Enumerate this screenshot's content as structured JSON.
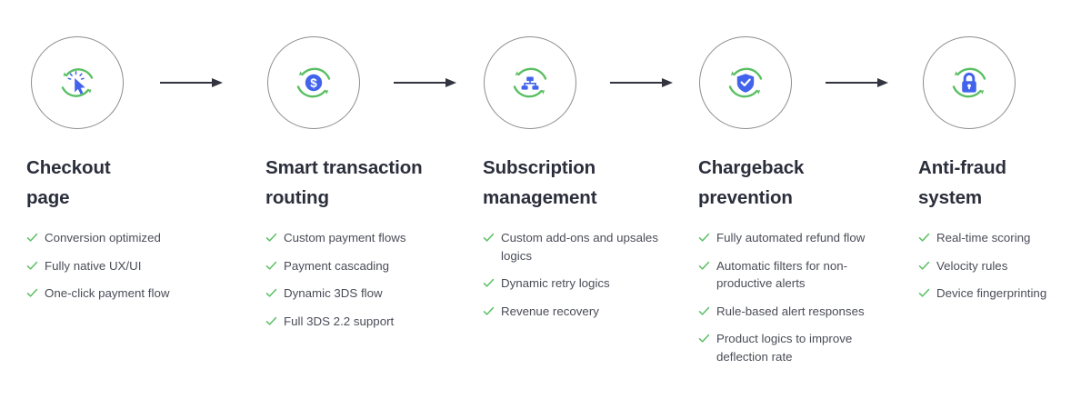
{
  "diagram": {
    "type": "horizontal-process-flow",
    "steps_count": 5,
    "colors": {
      "accent_green": "#5abf63",
      "accent_blue": "#3f62dd",
      "heading": "#2b2e3b",
      "body_text": "#4b4d58",
      "circle_border": "#8d8d93",
      "arrow": "#32343f",
      "background": "#ffffff"
    },
    "steps": [
      {
        "id": "checkout-page",
        "icon": "cursor-click-refresh-icon",
        "title": "Checkout\npage",
        "bullets": [
          "Conversion optimized",
          "Fully native UX/UI",
          "One-click payment flow"
        ]
      },
      {
        "id": "smart-transaction-routing",
        "icon": "dollar-coin-refresh-icon",
        "title": "Smart transaction\nrouting",
        "bullets": [
          "Custom payment flows",
          "Payment cascading",
          "Dynamic 3DS flow",
          "Full 3DS 2.2 support"
        ]
      },
      {
        "id": "subscription-management",
        "icon": "routing-tree-refresh-icon",
        "title": "Subscription\nmanagement",
        "bullets": [
          "Custom add-ons and upsales logics",
          "Dynamic retry logics",
          "Revenue recovery"
        ]
      },
      {
        "id": "chargeback-prevention",
        "icon": "shield-check-refresh-icon",
        "title": "Chargeback\nprevention",
        "bullets": [
          "Fully automated refund flow",
          "Automatic filters for non-productive alerts",
          "Rule-based alert responses",
          "Product logics to improve deflection rate"
        ]
      },
      {
        "id": "anti-fraud-system",
        "icon": "padlock-refresh-icon",
        "title": "Anti-fraud\nsystem",
        "bullets": [
          "Real-time scoring",
          "Velocity rules",
          "Device fingerprinting"
        ]
      }
    ],
    "connectors": [
      {
        "from": "checkout-page",
        "to": "smart-transaction-routing"
      },
      {
        "from": "smart-transaction-routing",
        "to": "subscription-management"
      },
      {
        "from": "subscription-management",
        "to": "chargeback-prevention"
      },
      {
        "from": "chargeback-prevention",
        "to": "anti-fraud-system"
      }
    ]
  }
}
